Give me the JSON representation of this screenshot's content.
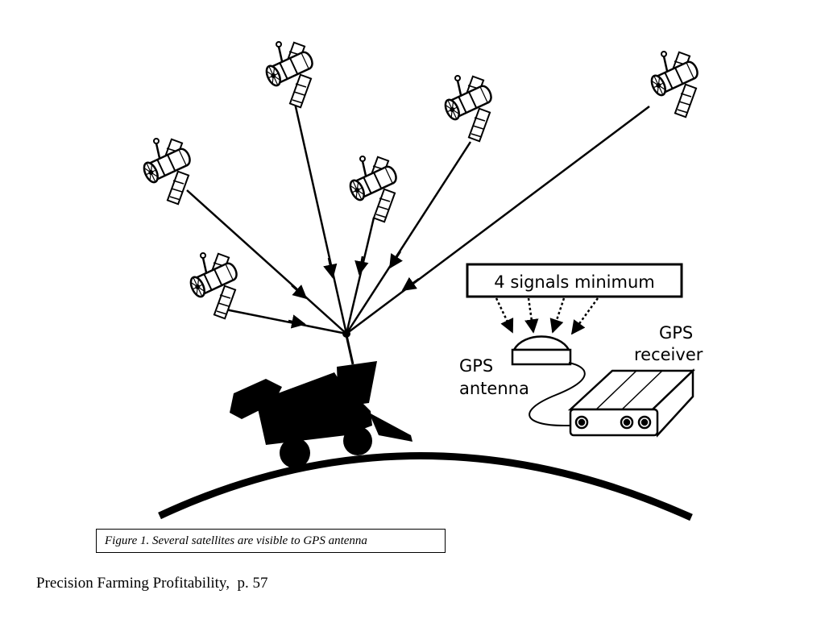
{
  "labels": {
    "signals_box": "4 signals minimum",
    "antenna_line1": "GPS",
    "antenna_line2": "antenna",
    "receiver_line1": "GPS",
    "receiver_line2": "receiver"
  },
  "caption": "Figure 1. Several satellites are visible to GPS antenna",
  "footer": "Precision Farming Profitability,  p. 57",
  "icons": [
    "satellite-icon",
    "combine-harvester-icon",
    "gps-antenna-icon",
    "gps-receiver-icon"
  ],
  "colors": {
    "ink": "#000000",
    "paper": "#ffffff"
  }
}
